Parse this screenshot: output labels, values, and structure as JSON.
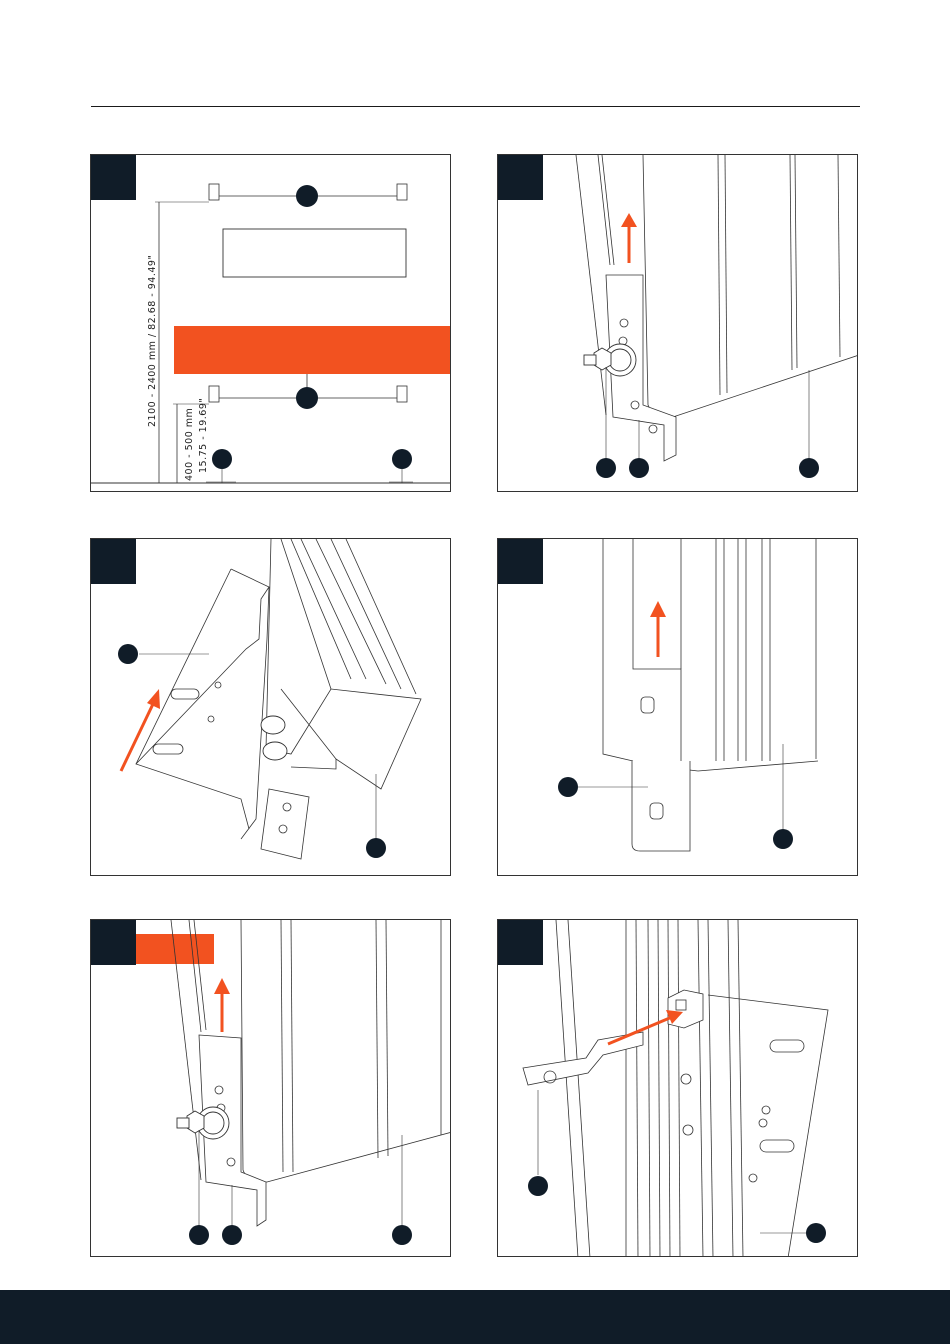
{
  "page": {
    "accent_color": "#f25220",
    "dark_color": "#101c28"
  },
  "panel1": {
    "dim_height": "2100 - 2400 mm / 82.68 - 94.49\"",
    "dim_offset_mm": "400 - 500 mm",
    "dim_offset_in": "15.75 - 19.69\""
  }
}
